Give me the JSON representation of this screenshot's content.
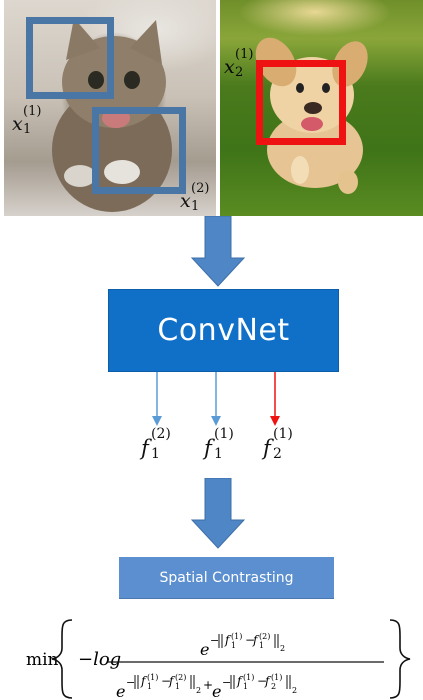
{
  "images": {
    "cat_photo": {
      "depicts": "cat"
    },
    "dog_photo": {
      "depicts": "dog"
    }
  },
  "patch_labels": {
    "x1_1": {
      "base": "x",
      "sub": "1",
      "sup": "(1)"
    },
    "x1_2": {
      "base": "x",
      "sub": "1",
      "sup": "(2)"
    },
    "x2_1": {
      "base": "x",
      "sub": "2",
      "sup": "(1)"
    }
  },
  "network": {
    "label": "ConvNet"
  },
  "features": [
    {
      "base": "f",
      "sub": "1",
      "sup": "(2)",
      "color": "#5b9bd5"
    },
    {
      "base": "f",
      "sub": "1",
      "sup": "(1)",
      "color": "#5b9bd5"
    },
    {
      "base": "f",
      "sub": "2",
      "sup": "(1)",
      "color": "#ee1212"
    }
  ],
  "loss_box": {
    "label": "Spatial Contrasting"
  },
  "formula": {
    "min": "min",
    "neg_log": "−log",
    "e": "e",
    "plus": "+",
    "minus": "−",
    "norm_sub": "2",
    "f": "f",
    "term_a": {
      "sub1": "1",
      "sup1": "(1)",
      "sub2": "1",
      "sup2": "(2)"
    },
    "term_b": {
      "sub1": "1",
      "sup1": "(1)",
      "sub2": "2",
      "sup2": "(1)"
    }
  },
  "colors": {
    "convnet_fill": "#1070c8",
    "spatial_fill": "#5b8fd0",
    "arrow_fill": "#4f86c6",
    "blue_box": "#4a76a6",
    "red_box": "#ee1212"
  }
}
